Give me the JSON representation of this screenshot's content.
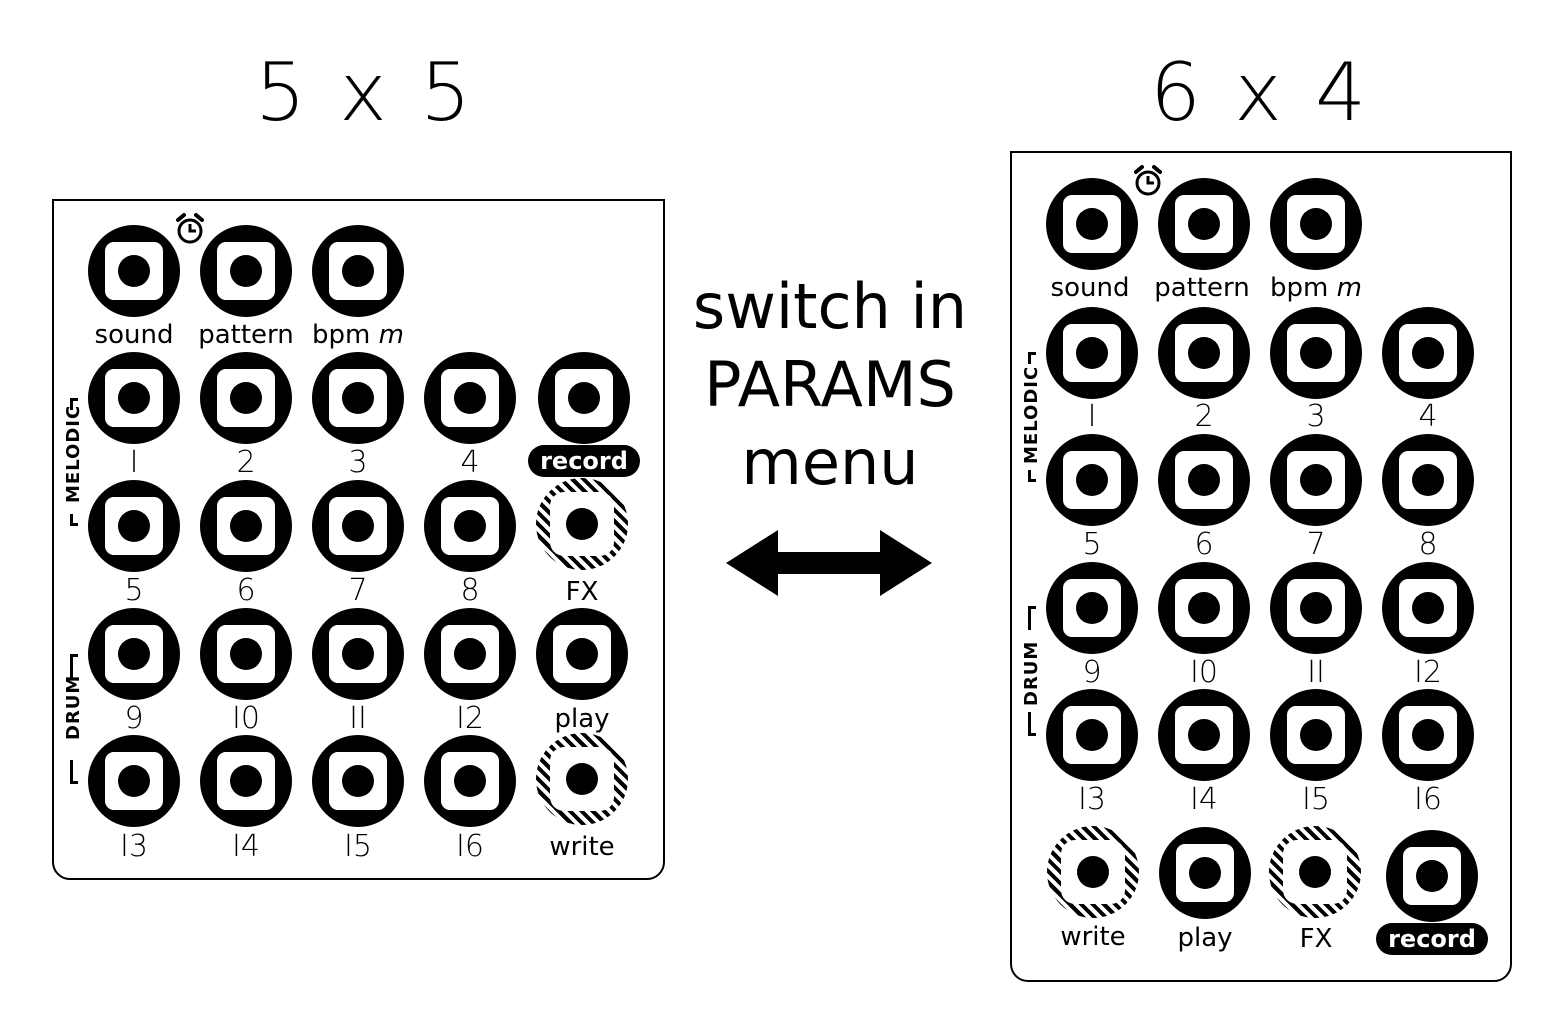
{
  "left_layout": {
    "title": "5 x 5",
    "top_buttons": [
      "sound",
      "pattern",
      "bpm"
    ],
    "bpm_suffix": "m",
    "melodic_label": "MELODIC",
    "drum_label": "DRUM",
    "pad_numbers": [
      "I",
      "2",
      "3",
      "4",
      "5",
      "6",
      "7",
      "8",
      "9",
      "I0",
      "II",
      "I2",
      "I3",
      "I4",
      "I5",
      "I6"
    ],
    "side_buttons": [
      "record",
      "FX",
      "play",
      "write"
    ]
  },
  "right_layout": {
    "title": "6 x 4",
    "top_buttons": [
      "sound",
      "pattern",
      "bpm"
    ],
    "bpm_suffix": "m",
    "melodic_label": "MELODIC",
    "drum_label": "DRUM",
    "pad_numbers": [
      "I",
      "2",
      "3",
      "4",
      "5",
      "6",
      "7",
      "8",
      "9",
      "I0",
      "II",
      "I2",
      "I3",
      "I4",
      "I5",
      "I6"
    ],
    "bottom_buttons": [
      "write",
      "play",
      "FX",
      "record"
    ]
  },
  "center": {
    "line1": "switch in",
    "line2": "PARAMS",
    "line3": "menu"
  },
  "icons": [
    "alarm-clock-icon",
    "double-arrow-icon"
  ]
}
